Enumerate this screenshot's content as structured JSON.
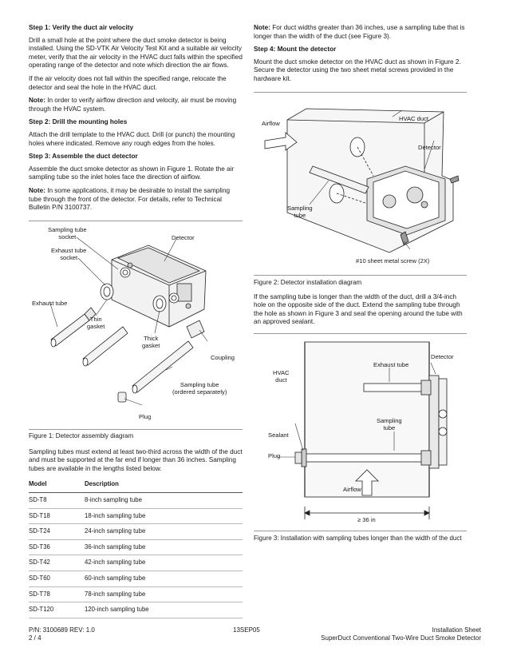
{
  "left": {
    "step1": {
      "heading": "Step 1: Verify the duct air velocity",
      "p1": "Drill a small hole at the point where the duct smoke detector is being installed. Using the SD-VTK Air Velocity Test Kit and a suitable air velocity meter, verify that the air velocity in the HVAC duct falls within the specified operating range of the detector and note which direction the air flows.",
      "p2": "If the air velocity does not fall within the specified range, relocate the detector and seal the hole in the HVAC duct.",
      "note_label": "Note:",
      "note_text": " In order to verify airflow direction and velocity, air must be moving through the HVAC system."
    },
    "step2": {
      "heading": "Step 2: Drill the mounting holes",
      "p1": "Attach the drill template to the HVAC duct. Drill (or punch) the mounting holes where indicated. Remove any rough edges from the holes."
    },
    "step3": {
      "heading": "Step 3: Assemble the duct detector",
      "p1": "Assemble the duct smoke detector as shown in Figure 1. Rotate the air sampling tube so the inlet holes face the direction of airflow.",
      "note_label": "Note:",
      "note_text": " In some applications, it may be desirable to install the sampling tube through the front of the detector. For details, refer to Technical Bulletin P/N 3100737."
    },
    "fig1": {
      "labels": {
        "sampling_socket": "Sampling tube\nsocket",
        "detector": "Detector",
        "exhaust_socket": "Exhaust tube\nsocket",
        "exhaust_tube": "Exhaust tube",
        "thin_gasket": "Thin\ngasket",
        "thick_gasket": "Thick\ngasket",
        "coupling": "Coupling",
        "sampling_tube": "Sampling tube\n(ordered separately)",
        "plug": "Plug"
      },
      "caption": "Figure 1: Detector assembly diagram"
    },
    "tubes_text": "Sampling tubes must extend at least two-third across the width of the duct and must be supported at the far end if longer than 36 inches. Sampling tubes are available in the lengths listed below.",
    "table": {
      "headers": [
        "Model",
        "Description"
      ],
      "rows": [
        [
          "SD-T8",
          "8-inch sampling tube"
        ],
        [
          "SD-T18",
          "18-inch sampling tube"
        ],
        [
          "SD-T24",
          "24-inch sampling tube"
        ],
        [
          "SD-T36",
          "36-inch sampling tube"
        ],
        [
          "SD-T42",
          "42-inch sampling tube"
        ],
        [
          "SD-T60",
          "60-inch sampling tube"
        ],
        [
          "SD-T78",
          "78-inch sampling tube"
        ],
        [
          "SD-T120",
          "120-inch sampling tube"
        ]
      ]
    }
  },
  "right": {
    "note_label": "Note:",
    "note_text": " For duct widths greater than 36 inches, use a sampling tube that is longer than the width of the duct (see Figure 3).",
    "step4": {
      "heading": "Step 4: Mount the detector",
      "p1": "Mount the duct smoke detector on the HVAC duct as shown in Figure 2. Secure the detector using the two sheet metal screws provided in the hardware kit."
    },
    "fig2": {
      "labels": {
        "airflow": "Airflow",
        "hvac_duct": "HVAC duct",
        "detector": "Detector",
        "sampling_tube": "Sampling\ntube",
        "screw": "#10 sheet metal screw (2X)"
      },
      "caption": "Figure 2: Detector installation diagram"
    },
    "fig2_text": "If the sampling tube is longer than the width of the duct, drill a 3/4-inch hole on the opposite side of the duct. Extend the sampling tube through the hole as shown in Figure 3 and seal the opening around the tube with an approved sealant.",
    "fig3": {
      "labels": {
        "detector": "Detector",
        "exhaust_tube": "Exhaust tube",
        "hvac_duct": "HVAC\nduct",
        "sampling_tube": "Sampling\ntube",
        "sealant": "Sealant",
        "plug": "Plug",
        "airflow": "Airflow",
        "dimension": "≥ 36 in"
      },
      "caption": "Figure 3: Installation with sampling tubes longer than the width of the duct"
    }
  },
  "footer": {
    "pn": "P/N: 3100689 REV: 1.0",
    "page": "2 / 4",
    "date": "13SEP05",
    "doc_type": "Installation Sheet",
    "doc_title": "SuperDuct Conventional Two-Wire Duct Smoke Detector"
  }
}
